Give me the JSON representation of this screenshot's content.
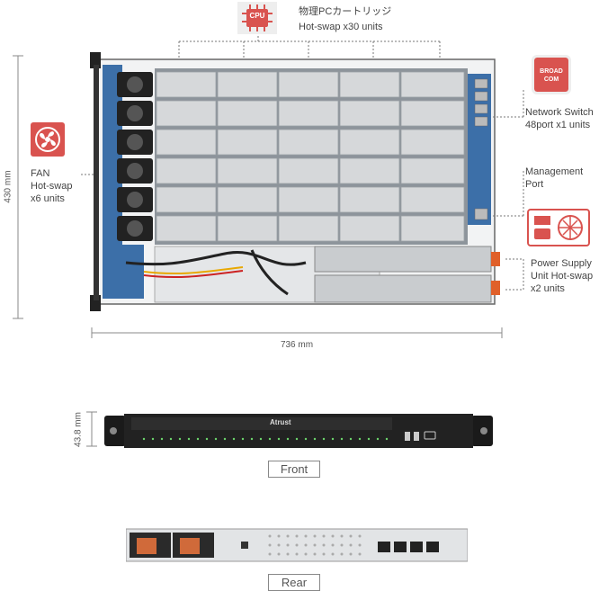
{
  "cpu_label": {
    "line1": "物理PCカートリッジ",
    "line2": "Hot-swap x30 units"
  },
  "cpu_chip_text": "CPU",
  "network_label": {
    "line1": "Network Switch",
    "line2": "48port x1 units"
  },
  "broadcom_chip": {
    "line1": "BROAD",
    "line2": "COM"
  },
  "management_label": {
    "line1": "Management",
    "line2": "Port"
  },
  "psu_label": {
    "line1": "Power Supply",
    "line2": "Unit Hot-swap",
    "line3": "x2 units"
  },
  "fan_label": {
    "line1": "FAN",
    "line2": "Hot-swap",
    "line3": "x6 units"
  },
  "height_dim": "430 mm",
  "width_dim": "736 mm",
  "front_dim": "43.8 mm",
  "front_caption": "Front",
  "rear_caption": "Rear",
  "front_brand": "Atrust",
  "colors": {
    "accent": "#d9534f",
    "chassis": "#2b2b2b",
    "cartridge": "#d6d8da"
  }
}
